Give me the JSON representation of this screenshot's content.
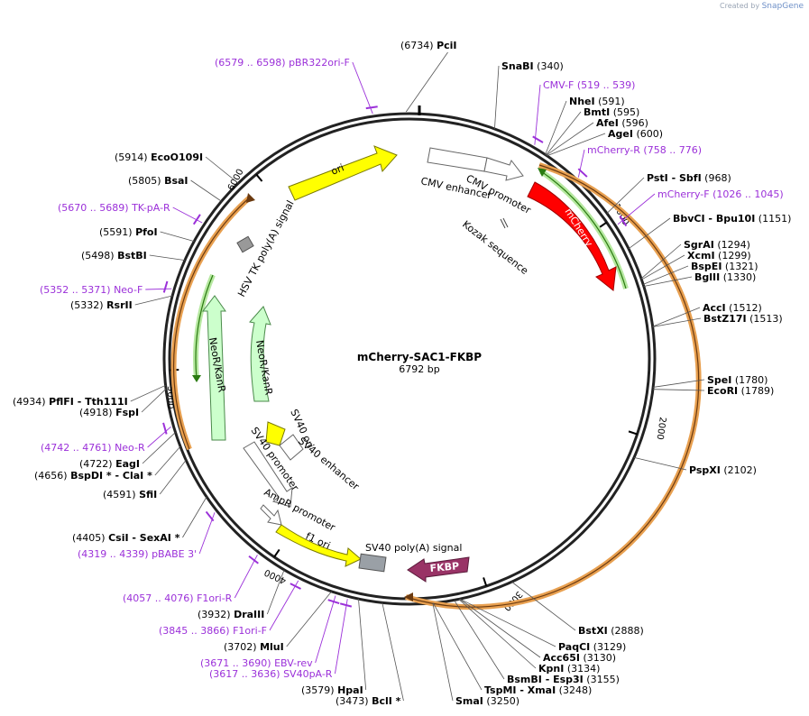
{
  "brand": {
    "created_by": "Created by",
    "name": "SnapGene"
  },
  "plasmid": {
    "name": "mCherry-SAC1-FKBP",
    "length": "6792 bp"
  },
  "ticks": [
    {
      "label": "1000",
      "pos": 1000
    },
    {
      "label": "2000",
      "pos": 2000
    },
    {
      "label": "3000",
      "pos": 3000
    },
    {
      "label": "4000",
      "pos": 4000
    },
    {
      "label": "5000",
      "pos": 5000
    },
    {
      "label": "6000",
      "pos": 6000
    }
  ],
  "enzymes": [
    {
      "name": "PciI",
      "pos": "(6734)"
    },
    {
      "name": "SnaBI",
      "pos": "(340)"
    },
    {
      "name": "NheI",
      "pos": "(591)"
    },
    {
      "name": "BmtI",
      "pos": "(595)"
    },
    {
      "name": "AfeI",
      "pos": "(596)"
    },
    {
      "name": "AgeI",
      "pos": "(600)"
    },
    {
      "name": "PstI  - SbfI",
      "pos": "(968)"
    },
    {
      "name": "BbvCI  - Bpu10I",
      "pos": "(1151)"
    },
    {
      "name": "SgrAI",
      "pos": "(1294)"
    },
    {
      "name": "XcmI",
      "pos": "(1299)"
    },
    {
      "name": "BspEI",
      "pos": "(1321)"
    },
    {
      "name": "BglII",
      "pos": "(1330)"
    },
    {
      "name": "AccI",
      "pos": "(1512)"
    },
    {
      "name": "BstZ17I",
      "pos": "(1513)"
    },
    {
      "name": "SpeI",
      "pos": "(1780)"
    },
    {
      "name": "EcoRI",
      "pos": "(1789)"
    },
    {
      "name": "PspXI",
      "pos": "(2102)"
    },
    {
      "name": "BstXI",
      "pos": "(2888)"
    },
    {
      "name": "PaqCI",
      "pos": "(3129)"
    },
    {
      "name": "Acc65I",
      "pos": "(3130)"
    },
    {
      "name": "KpnI",
      "pos": "(3134)"
    },
    {
      "name": "BsmBI  - Esp3I",
      "pos": "(3155)"
    },
    {
      "name": "TspMI  - XmaI",
      "pos": "(3248)"
    },
    {
      "name": "SmaI",
      "pos": "(3250)"
    },
    {
      "name": "BclI *",
      "pos": "(3473)"
    },
    {
      "name": "HpaI",
      "pos": "(3579)"
    },
    {
      "name": "MluI",
      "pos": "(3702)"
    },
    {
      "name": "DraIII",
      "pos": "(3932)"
    },
    {
      "name": "CsiI  - SexAI *",
      "pos": "(4405)"
    },
    {
      "name": "SfiI",
      "pos": "(4591)"
    },
    {
      "name": "BspDI *  - ClaI *",
      "pos": "(4656)"
    },
    {
      "name": "EagI",
      "pos": "(4722)"
    },
    {
      "name": "FspI",
      "pos": "(4918)"
    },
    {
      "name": "PflFI  - Tth111I",
      "pos": "(4934)"
    },
    {
      "name": "RsrII",
      "pos": "(5332)"
    },
    {
      "name": "BstBI",
      "pos": "(5498)"
    },
    {
      "name": "PfoI",
      "pos": "(5591)"
    },
    {
      "name": "BsaI",
      "pos": "(5805)"
    },
    {
      "name": "EcoO109I",
      "pos": "(5914)"
    }
  ],
  "primers": [
    {
      "name": "pBR322ori-F",
      "range": "(6579 .. 6598)"
    },
    {
      "name": "CMV-F",
      "range": "(519 .. 539)"
    },
    {
      "name": "mCherry-R",
      "range": "(758 .. 776)"
    },
    {
      "name": "mCherry-F",
      "range": "(1026 .. 1045)"
    },
    {
      "name": "TK-pA-R",
      "range": "(5670 .. 5689)"
    },
    {
      "name": "Neo-F",
      "range": "(5352 .. 5371)"
    },
    {
      "name": "Neo-R",
      "range": "(4742 .. 4761)"
    },
    {
      "name": "pBABE 3'",
      "range": "(4319 .. 4339)"
    },
    {
      "name": "F1ori-R",
      "range": "(4057 .. 4076)"
    },
    {
      "name": "F1ori-F",
      "range": "(3845 .. 3866)"
    },
    {
      "name": "EBV-rev",
      "range": "(3671 .. 3690)"
    },
    {
      "name": "SV40pA-R",
      "range": "(3617 .. 3636)"
    }
  ],
  "features": [
    {
      "name": "ori",
      "color": "#ffff00"
    },
    {
      "name": "CMV enhancer",
      "color": "#ffffff"
    },
    {
      "name": "CMV promoter",
      "color": "#ffffff"
    },
    {
      "name": "mCherry",
      "color": "#ff0000"
    },
    {
      "name": "Kozak sequence",
      "color": "#ffffff"
    },
    {
      "name": "HSV TK poly(A) signal",
      "color": "#999999"
    },
    {
      "name": "NeoR/KanR",
      "color": "#ccffcc"
    },
    {
      "name": "SV40 ori",
      "color": "#ffff00"
    },
    {
      "name": "SV40 enhancer",
      "color": "#ffffff"
    },
    {
      "name": "SV40 promoter",
      "color": "#ffffff"
    },
    {
      "name": "AmpR promoter",
      "color": "#ffffff"
    },
    {
      "name": "f1 ori",
      "color": "#ffff00"
    },
    {
      "name": "SV40 poly(A) signal",
      "color": "#999999"
    },
    {
      "name": "FKBP",
      "color": "#993366"
    }
  ]
}
